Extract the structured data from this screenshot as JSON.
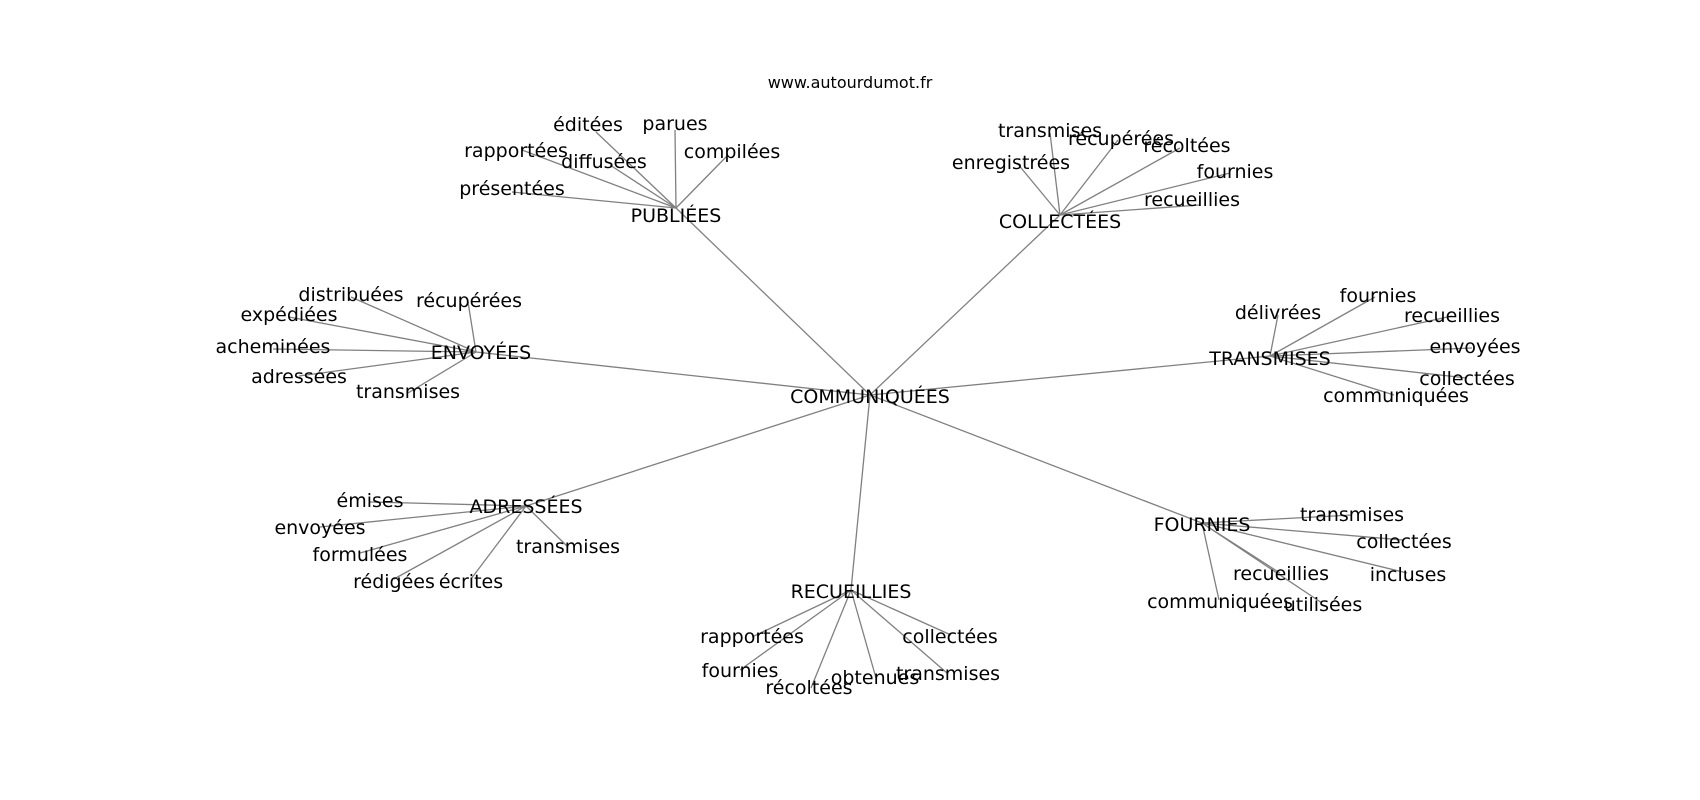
{
  "source": "www.autourdumot.fr",
  "center": "COMMUNIQUÉES",
  "clusters": [
    {
      "hub": "PUBLIÉES",
      "words": [
        "éditées",
        "parues",
        "compilées",
        "rapportées",
        "diffusées",
        "présentées"
      ]
    },
    {
      "hub": "COLLECTÉES",
      "words": [
        "transmises",
        "récupérées",
        "récoltées",
        "enregistrées",
        "fournies",
        "recueillies"
      ]
    },
    {
      "hub": "ENVOYÉES",
      "words": [
        "distribuées",
        "récupérées",
        "expédiées",
        "acheminées",
        "adressées",
        "transmises"
      ]
    },
    {
      "hub": "TRANSMISES",
      "words": [
        "délivrées",
        "fournies",
        "recueillies",
        "envoyées",
        "collectées",
        "communiquées"
      ]
    },
    {
      "hub": "ADRESSÉES",
      "words": [
        "émises",
        "envoyées",
        "formulées",
        "rédigées",
        "écrites",
        "transmises"
      ]
    },
    {
      "hub": "FOURNIES",
      "words": [
        "transmises",
        "collectées",
        "incluses",
        "recueillies",
        "utilisées",
        "communiquées"
      ]
    },
    {
      "hub": "RECUEILLIES",
      "words": [
        "rapportées",
        "collectées",
        "fournies",
        "transmises",
        "récoltées",
        "obtenues"
      ]
    }
  ]
}
